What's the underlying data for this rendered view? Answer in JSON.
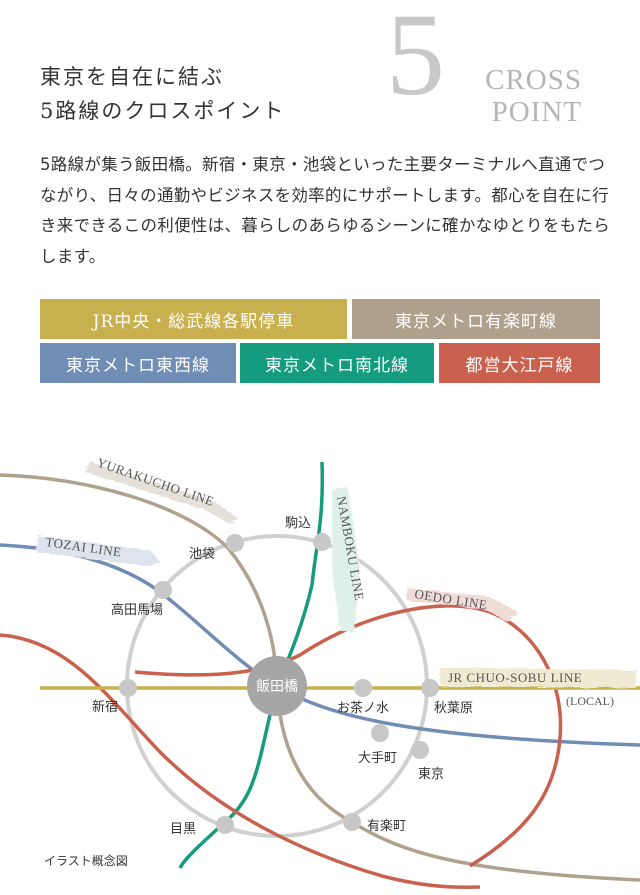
{
  "badge": {
    "number": "5",
    "line1": "CROSS",
    "line2": "POINT"
  },
  "headline": {
    "line1": "東京を自在に結ぶ",
    "line2": "5路線のクロスポイント"
  },
  "intro": "5路線が集う飯田橋。新宿・東京・池袋といった主要ターミナルへ直通でつながり、日々の通勤やビジネスを効率的にサポートします。都心を自在に行き来できるこの利便性は、暮らしのあらゆるシーンに確かなゆとりをもたらします。",
  "lines": [
    {
      "key": "jr",
      "label": "JR中央・総武線各駅停車",
      "color": "#c9b04e"
    },
    {
      "key": "yurakucho",
      "label": "東京メトロ有楽町線",
      "color": "#b0a18c"
    },
    {
      "key": "tozai",
      "label": "東京メトロ東西線",
      "color": "#6f8db5"
    },
    {
      "key": "namboku",
      "label": "東京メトロ南北線",
      "color": "#159b7d"
    },
    {
      "key": "oedo",
      "label": "都営大江戸線",
      "color": "#c9614e"
    }
  ],
  "map": {
    "ring_color": "#d0d0d0",
    "station_color": "#c8c8c8",
    "center": {
      "label": "飯田橋",
      "color": "#a6a6a6"
    },
    "line_names": {
      "yurakucho": "YURAKUCHO LINE",
      "tozai": "TOZAI LINE",
      "namboku": "NAMBOKU LINE",
      "oedo": "OEDO LINE",
      "jr": "JR CHUO-SOBU LINE",
      "jr_note": "(LOCAL)"
    },
    "stations": {
      "komagome": "駒込",
      "ikebukuro": "池袋",
      "takadanobaba": "高田馬場",
      "shinjuku": "新宿",
      "ochanomizu": "お茶ノ水",
      "akihabara": "秋葉原",
      "otemachi": "大手町",
      "tokyo": "東京",
      "yurakucho": "有楽町",
      "meguro": "目黒"
    }
  },
  "caption": "イラスト概念図"
}
